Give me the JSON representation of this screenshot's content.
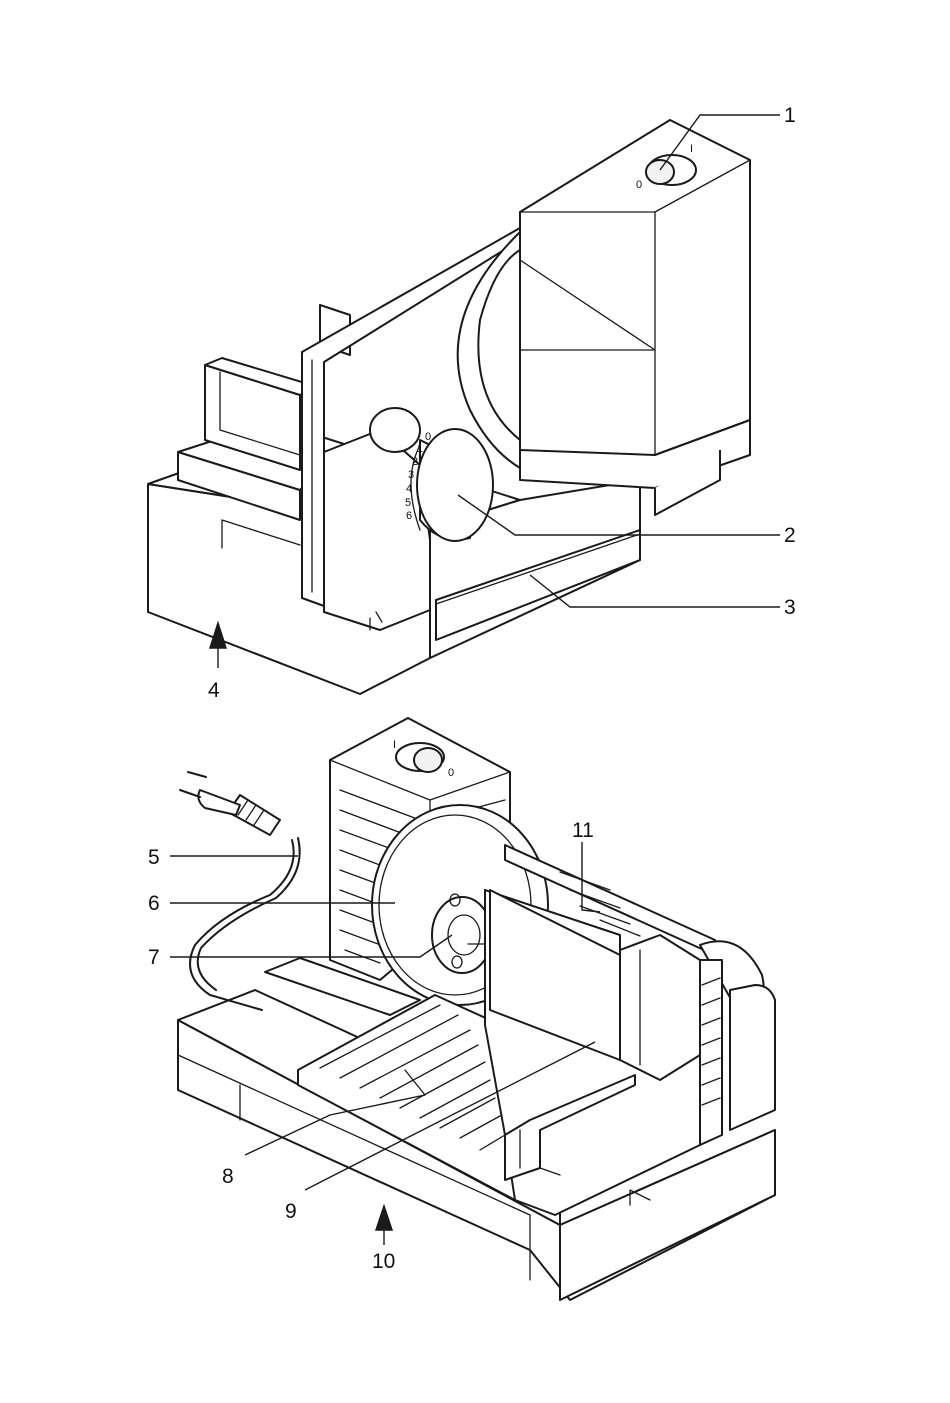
{
  "figure": {
    "top_view_callouts": [
      "1",
      "2",
      "3",
      "4"
    ],
    "bottom_view_callouts": [
      "5",
      "6",
      "7",
      "8",
      "9",
      "10",
      "11"
    ],
    "dial_scale": [
      "0",
      "1",
      "2",
      "3",
      "4",
      "5",
      "6"
    ],
    "switch_marks": {
      "off": "0",
      "on": "I"
    }
  }
}
